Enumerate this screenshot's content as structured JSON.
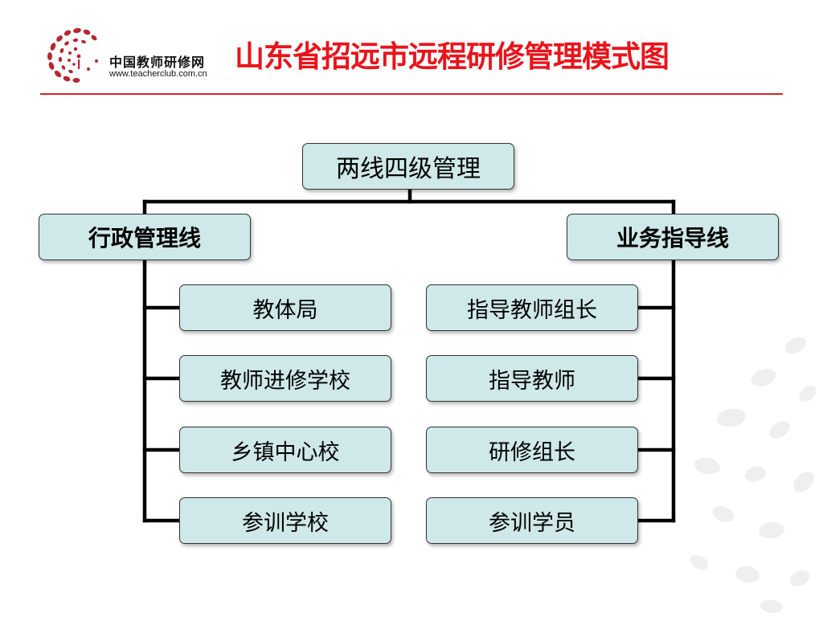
{
  "header": {
    "logo_cn": "中国教师研修网",
    "logo_url": "www.teacherclub.com.cn",
    "title": "山东省招远市远程研修管理模式图"
  },
  "diagram": {
    "root": "两线四级管理",
    "left": {
      "label": "行政管理线",
      "items": [
        "教体局",
        "教师进修学校",
        "乡镇中心校",
        "参训学校"
      ]
    },
    "right": {
      "label": "业务指导线",
      "items": [
        "指导教师组长",
        "指导教师",
        "研修组长",
        "参训学员"
      ]
    }
  },
  "colors": {
    "title": "#e8141b",
    "box_fill": "#cfe8e9",
    "rule": "#d92228",
    "logo_dots": "#b5272d"
  }
}
